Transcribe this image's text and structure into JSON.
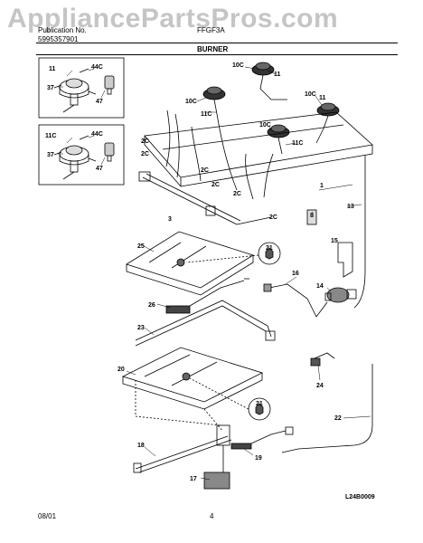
{
  "watermark": "AppliancePartsPros.com",
  "header": {
    "publication_label": "Publication No.",
    "publication_no": "5995357901",
    "model": "FFGF3A",
    "section_title": "BURNER"
  },
  "callouts": {
    "inset_a": {
      "title": "11",
      "c1": "44C",
      "c2": "37",
      "c3": "47"
    },
    "inset_b": {
      "title": "11C",
      "c1": "44C",
      "c2": "37",
      "c3": "47"
    },
    "burners": {
      "b1": "10C",
      "b2": "11",
      "b3": "10C",
      "b4": "11C",
      "b5": "10C",
      "b6": "11",
      "b7": "10C",
      "b8": "11C"
    },
    "tubes": {
      "t1": "2C",
      "t2": "2C",
      "t3": "2C",
      "t4": "2C",
      "t5": "2C",
      "t6": "2C"
    },
    "parts": {
      "p1": "1",
      "p3": "3",
      "p8": "8",
      "p13": "13",
      "p15": "15",
      "p16": "16",
      "p14": "14",
      "p25": "25",
      "p21a": "21",
      "p26": "26",
      "p23": "23",
      "p20": "20",
      "p24": "24",
      "p21b": "21",
      "p22": "22",
      "p18": "18",
      "p19": "19",
      "p17": "17"
    },
    "diagram_code": "L24B0009"
  },
  "footer": {
    "date": "08/01",
    "page": "4"
  }
}
